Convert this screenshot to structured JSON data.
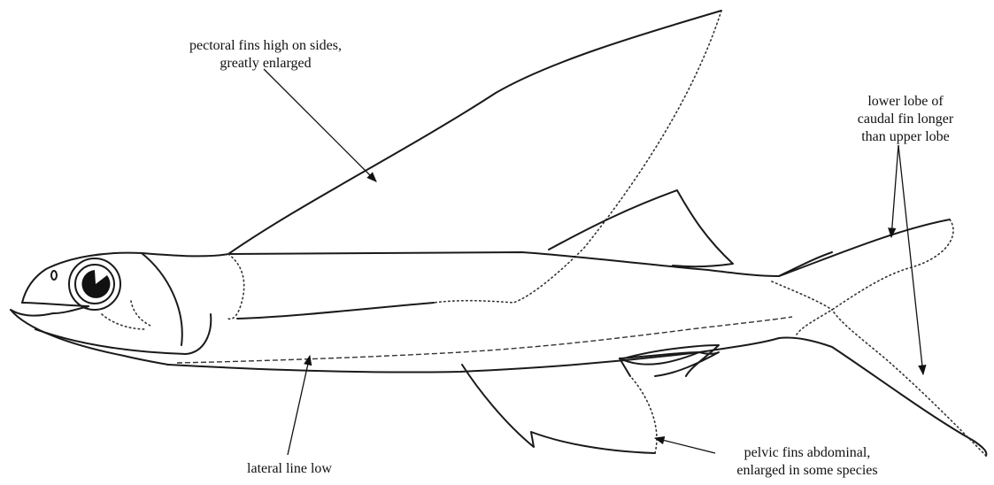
{
  "labels": {
    "pectoral": [
      "pectoral fins high on sides,",
      "greatly enlarged"
    ],
    "caudal": [
      "lower lobe of",
      "caudal fin longer",
      "than upper lobe"
    ],
    "lateral_line": [
      "lateral line low"
    ],
    "pelvic": [
      "pelvic fins abdominal,",
      "enlarged in some species"
    ]
  },
  "colors": {
    "ink": "#1a1a1a",
    "background": "#ffffff"
  }
}
